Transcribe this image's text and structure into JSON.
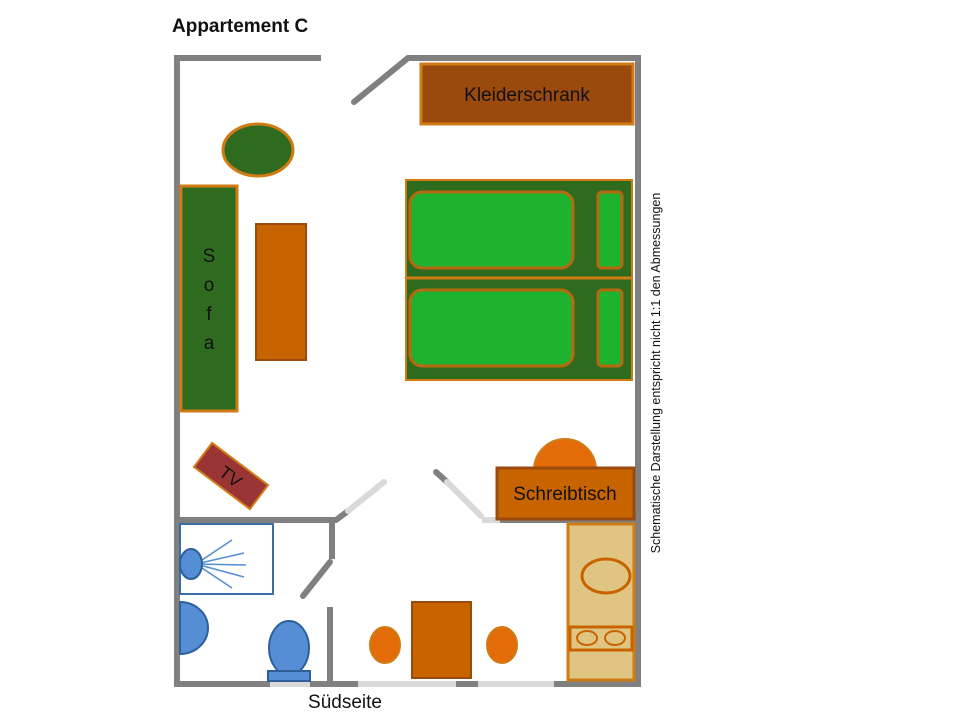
{
  "title": "Appartement C",
  "bottom_label": "Südseite",
  "side_note": "Schematische Darstellung entspricht nicht 1:1  den Abmessungen",
  "furniture": {
    "wardrobe": "Kleiderschrank",
    "sofa_letters": [
      "S",
      "o",
      "f",
      "a"
    ],
    "tv": "TV",
    "desk": "Schreibtisch"
  },
  "colors": {
    "wall": "#808080",
    "window": "#d9d9d9",
    "dark_green": "#2e6b1f",
    "bright_green": "#1db32e",
    "orange_brown": "#c86400",
    "wardrobe_brown": "#9a4a0c",
    "tv_red": "#9b3535",
    "orange": "#e36c09",
    "sand": "#e0c582",
    "blue": "#558ed5",
    "blue_dark": "#2e5f99",
    "outline": "#d17b14"
  }
}
